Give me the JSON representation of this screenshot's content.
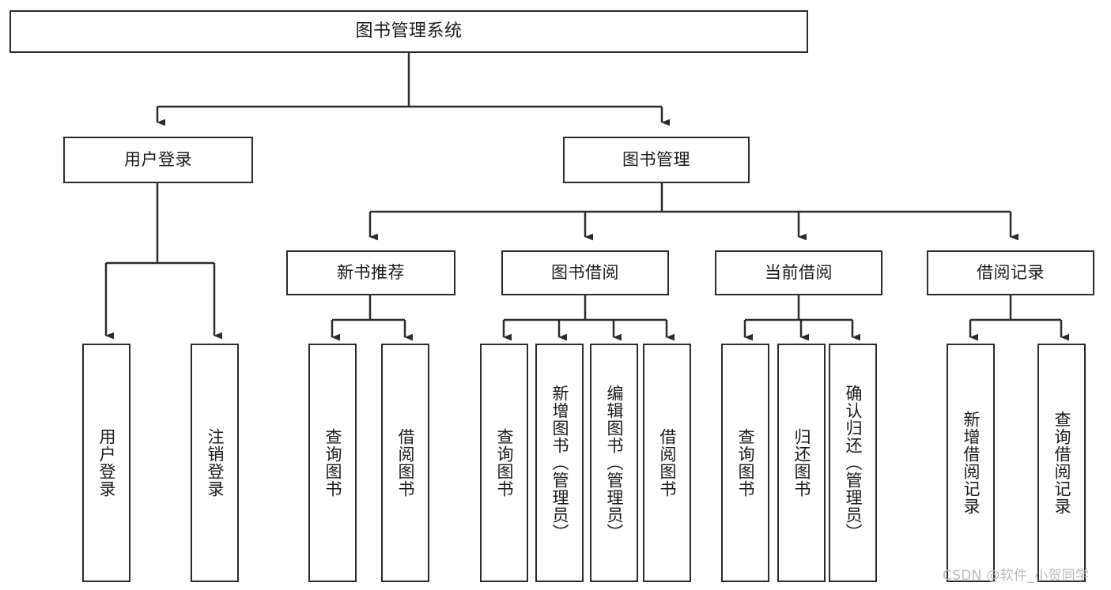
{
  "diagram": {
    "type": "tree-hierarchy",
    "root": {
      "id": "root",
      "label": "图书管理系统",
      "orientation": "horizontal"
    },
    "level2": [
      {
        "id": "user-login",
        "label": "用户登录",
        "orientation": "horizontal"
      },
      {
        "id": "book-management",
        "label": "图书管理",
        "orientation": "horizontal"
      }
    ],
    "level3": [
      {
        "id": "new-book-recommend",
        "label": "新书推荐",
        "orientation": "horizontal",
        "parent": "book-management"
      },
      {
        "id": "book-borrow",
        "label": "图书借阅",
        "orientation": "horizontal",
        "parent": "book-management"
      },
      {
        "id": "current-borrow",
        "label": "当前借阅",
        "orientation": "horizontal",
        "parent": "book-management"
      },
      {
        "id": "borrow-record",
        "label": "借阅记录",
        "orientation": "horizontal",
        "parent": "book-management"
      }
    ],
    "leaves": [
      {
        "id": "leaf-user-login",
        "label": "用户登录",
        "orientation": "vertical",
        "parent": "user-login"
      },
      {
        "id": "leaf-logout",
        "label": "注销登录",
        "orientation": "vertical",
        "parent": "user-login"
      },
      {
        "id": "leaf-query-book-1",
        "label": "查询图书",
        "orientation": "vertical",
        "parent": "new-book-recommend"
      },
      {
        "id": "leaf-borrow-book-1",
        "label": "借阅图书",
        "orientation": "vertical",
        "parent": "new-book-recommend"
      },
      {
        "id": "leaf-query-book-2",
        "label": "查询图书",
        "orientation": "vertical",
        "parent": "book-borrow"
      },
      {
        "id": "leaf-add-book",
        "label": "新增图书（管理员）",
        "orientation": "vertical",
        "parent": "book-borrow"
      },
      {
        "id": "leaf-edit-book",
        "label": "编辑图书（管理员）",
        "orientation": "vertical",
        "parent": "book-borrow"
      },
      {
        "id": "leaf-borrow-book-2",
        "label": "借阅图书",
        "orientation": "vertical",
        "parent": "book-borrow"
      },
      {
        "id": "leaf-query-book-3",
        "label": "查询图书",
        "orientation": "vertical",
        "parent": "current-borrow"
      },
      {
        "id": "leaf-return-book",
        "label": "归还图书",
        "orientation": "vertical",
        "parent": "current-borrow"
      },
      {
        "id": "leaf-confirm-return",
        "label": "确认归还（管理员）",
        "orientation": "vertical",
        "parent": "current-borrow"
      },
      {
        "id": "leaf-add-record",
        "label": "新增借阅记录",
        "orientation": "vertical",
        "parent": "borrow-record"
      },
      {
        "id": "leaf-query-record",
        "label": "查询借阅记录",
        "orientation": "vertical",
        "parent": "borrow-record"
      }
    ]
  },
  "watermark": {
    "text": "CSDN @软件_小贺同学"
  },
  "colors": {
    "stroke": "#2b2b2b",
    "background": "#ffffff",
    "text": "#1a1a1a",
    "watermark": "#b9b9b9"
  }
}
